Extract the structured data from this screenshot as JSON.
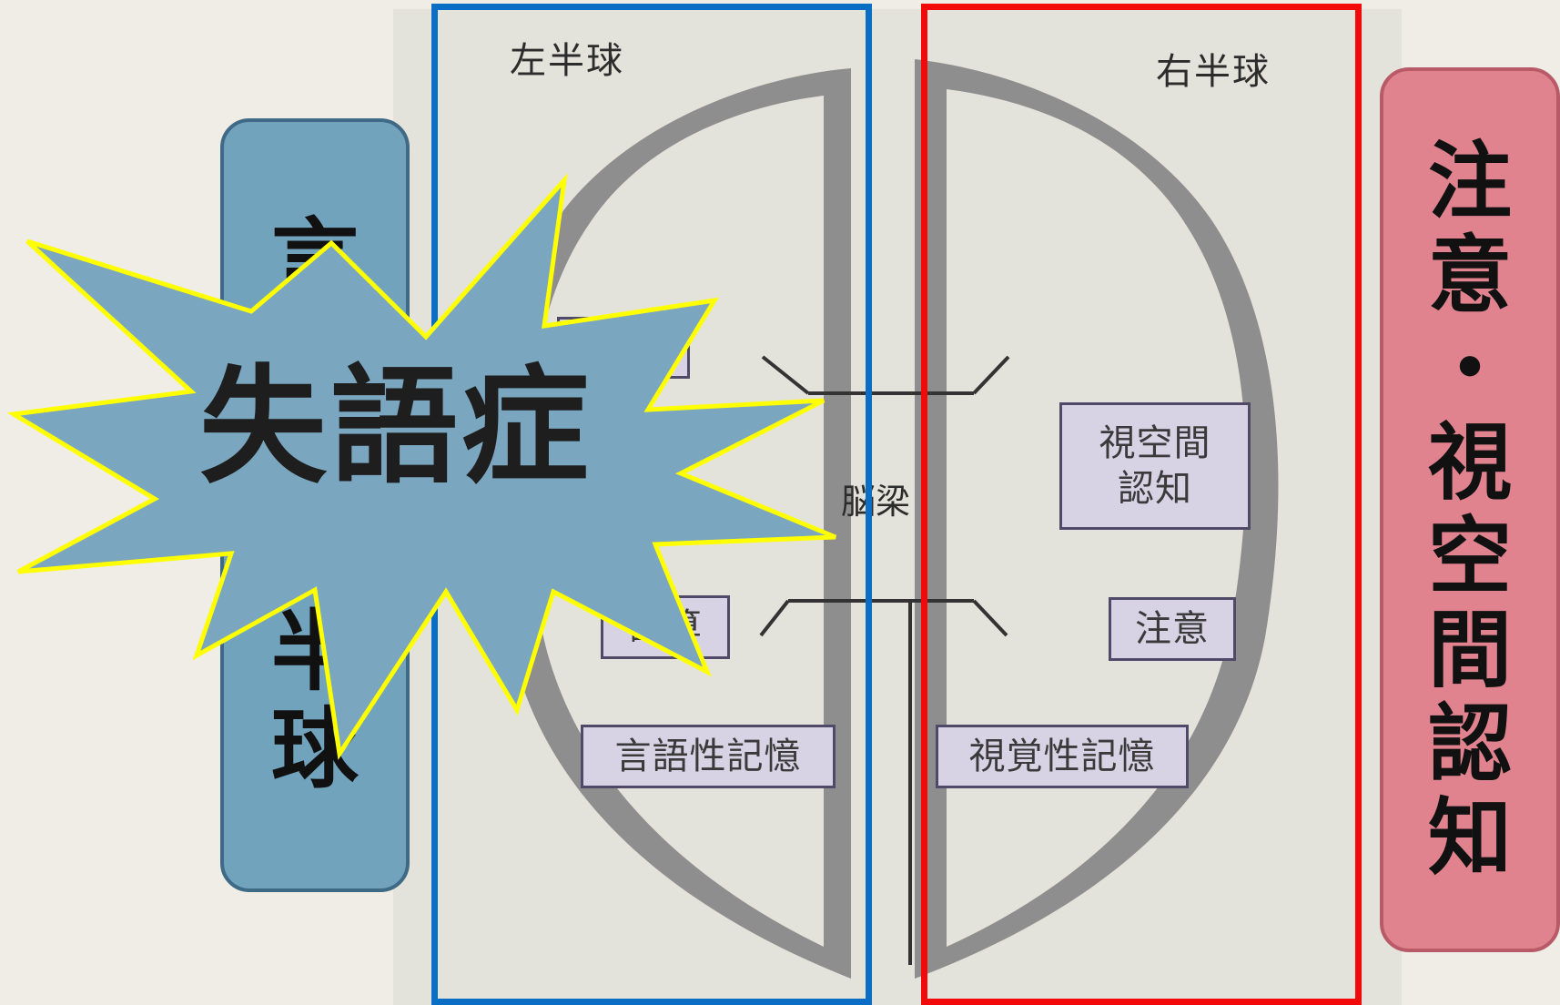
{
  "diagram": {
    "left_hemisphere_title": "左半球",
    "right_hemisphere_title": "右半球",
    "corpus_callosum_label": "脳梁",
    "left_labels": {
      "hidden_upper": "",
      "lower": "計算",
      "verbal_memory": "言語性記憶"
    },
    "right_labels": {
      "visuospatial": "視空間\n認知",
      "attention": "注意",
      "visual_memory": "視覚性記憶"
    }
  },
  "left_panel": {
    "title_chars": [
      "言",
      "語",
      "・",
      "左",
      "半",
      "球"
    ]
  },
  "right_panel": {
    "title_chars": [
      "注",
      "意",
      "・",
      "視",
      "空",
      "間",
      "認",
      "知"
    ]
  },
  "burst": {
    "text": "失語症"
  },
  "colors": {
    "left_frame": "#0a6ec4",
    "right_frame": "#f20a0a",
    "left_panel_fill": "#72a3bd",
    "right_panel_fill": "#e1838f",
    "burst_fill": "#7aa6bf",
    "burst_outline": "#ffff00",
    "label_fill": "#d7d3e4"
  }
}
